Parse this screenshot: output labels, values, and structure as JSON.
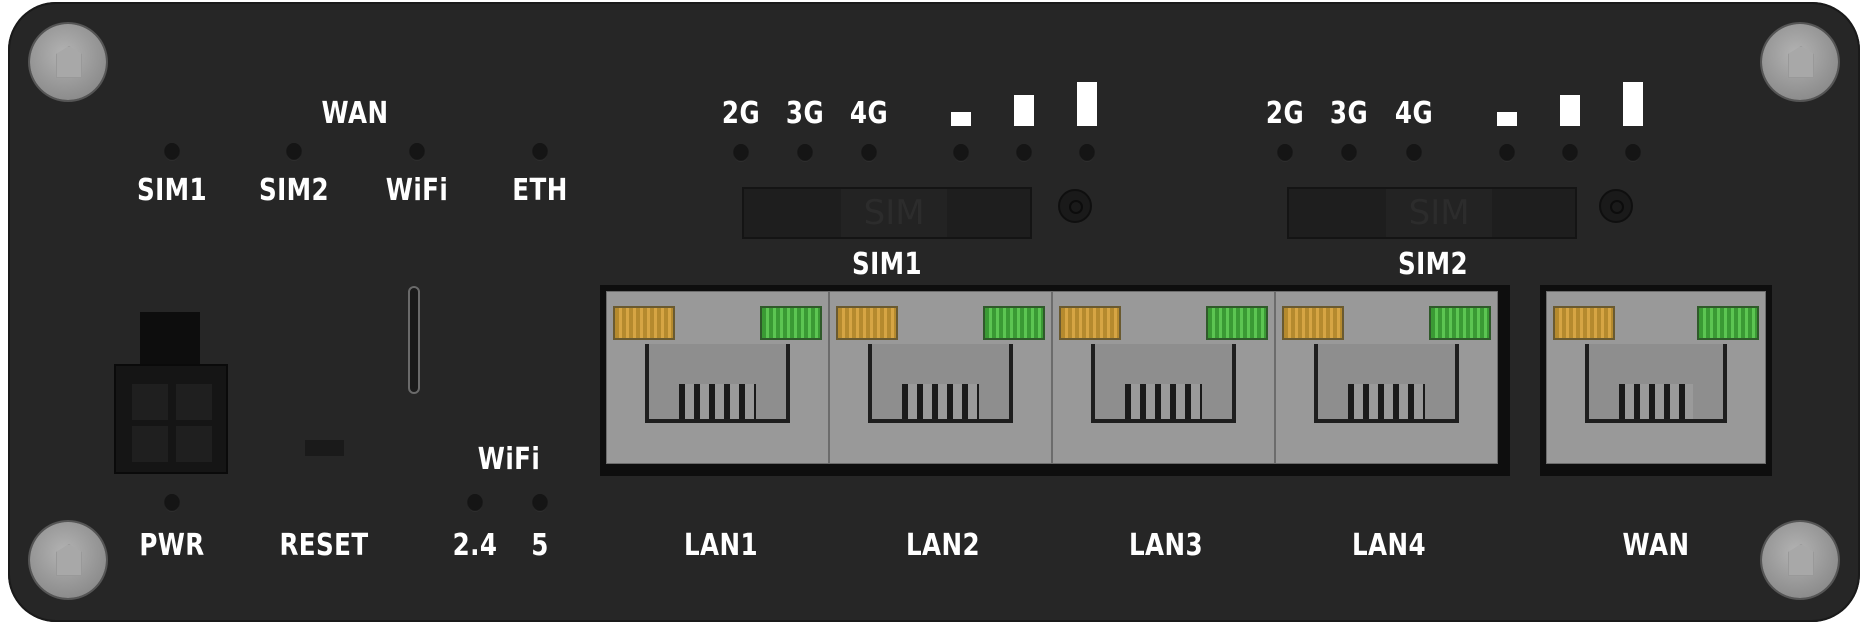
{
  "device_panel": {
    "wan_status": {
      "title": "WAN",
      "leds": [
        "SIM1",
        "SIM2",
        "WiFi",
        "ETH"
      ]
    },
    "sim1_signal": {
      "network_labels": [
        "2G",
        "3G",
        "4G"
      ],
      "signal_levels": 3,
      "slot_label": "SIM1",
      "slot_marking": "SIM"
    },
    "sim2_signal": {
      "network_labels": [
        "2G",
        "3G",
        "4G"
      ],
      "signal_levels": 3,
      "slot_label": "SIM2",
      "slot_marking": "SIM"
    },
    "power": {
      "label": "PWR"
    },
    "reset": {
      "label": "RESET"
    },
    "wifi": {
      "title": "WiFi",
      "bands": [
        "2.4",
        "5"
      ]
    },
    "lan_ports": [
      "LAN1",
      "LAN2",
      "LAN3",
      "LAN4"
    ],
    "wan_port": "WAN",
    "colors": {
      "body": "#262626",
      "text": "#ffffff",
      "activity_led": "#d6a544",
      "link_led": "#5cc552",
      "port": "#999999",
      "screw": "#a0a0a0"
    }
  }
}
